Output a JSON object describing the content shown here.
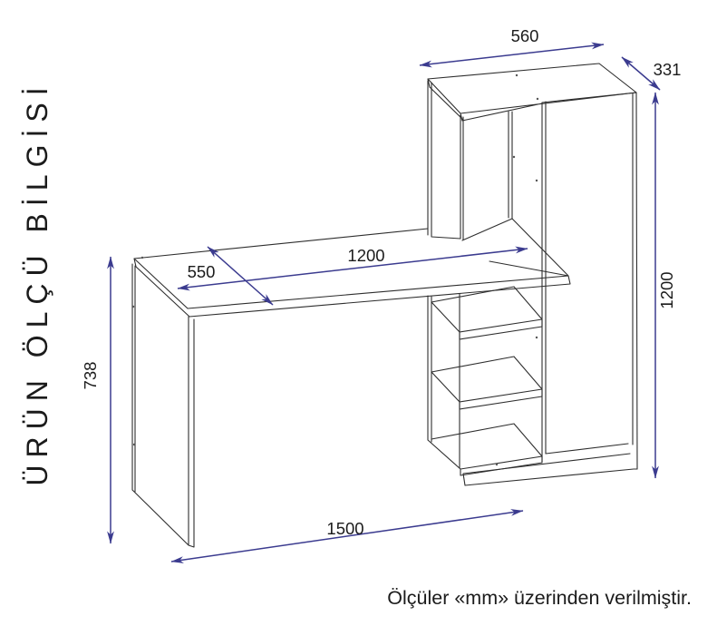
{
  "page": {
    "background": "#ffffff",
    "vertical_title": "ÜRÜN ÖLÇÜ BİLGİSİ",
    "footnote": "Ölçüler «mm» üzerinden verilmiştir."
  },
  "drawing": {
    "description": "Perspective line drawing of a desk with an attached tall shelving unit",
    "unit": "mm",
    "line_color": "#2e2e2e",
    "dimension_color": "#3b3b8f",
    "text_color": "#1b1b1b",
    "dimensions": {
      "shelf_top_width": "560",
      "shelf_top_depth": "331",
      "shelf_unit_height": "1200",
      "desk_top_length": "1200",
      "desk_top_depth": "550",
      "desk_height": "738",
      "overall_length": "1500"
    }
  }
}
